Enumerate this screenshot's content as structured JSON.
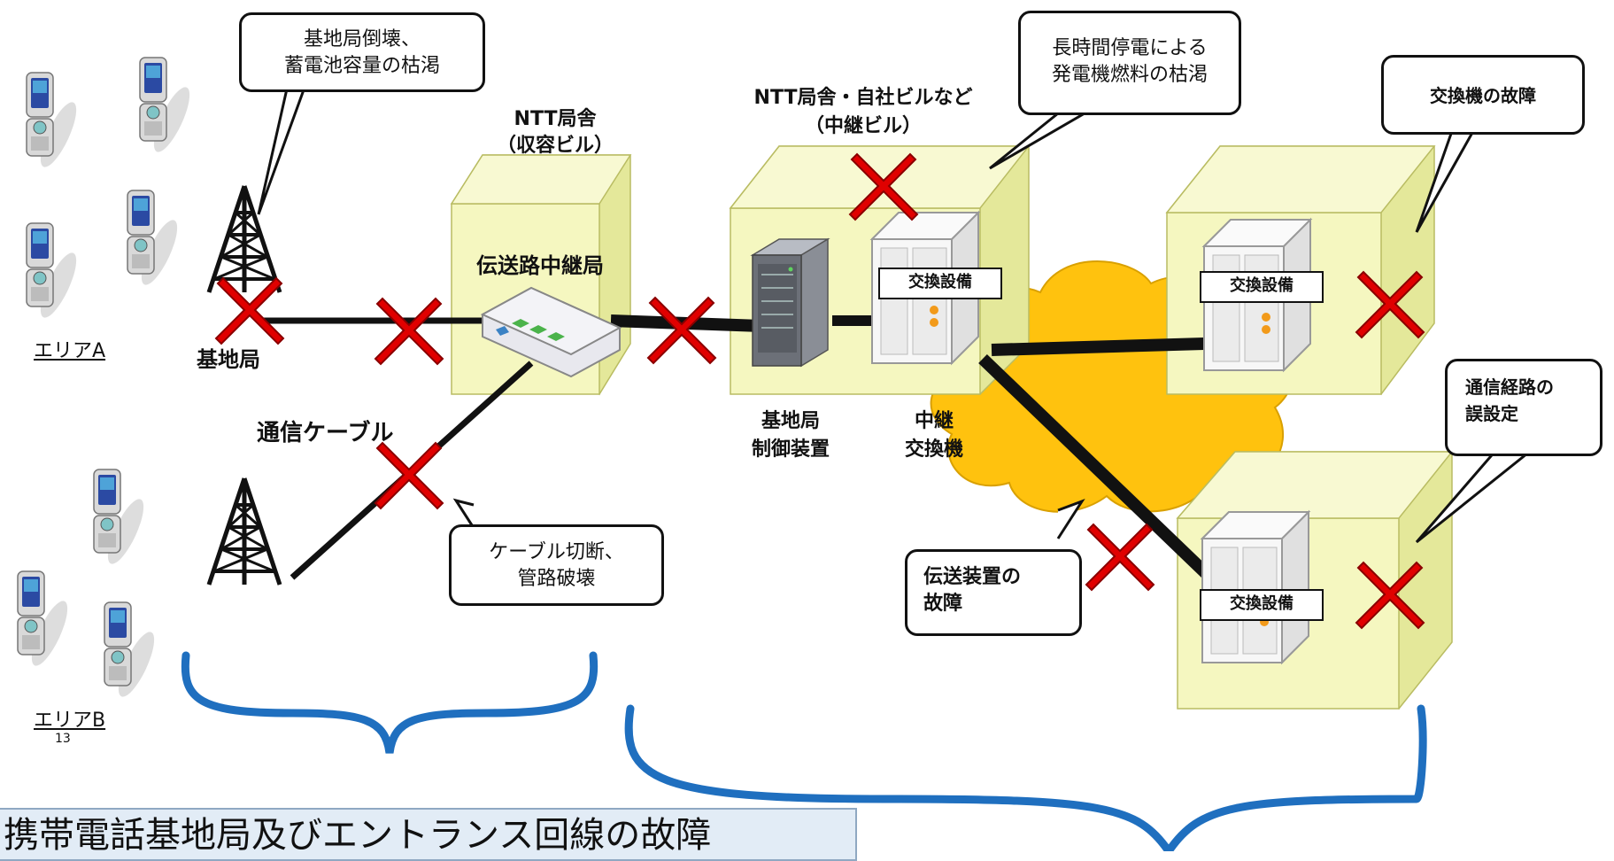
{
  "buildings": {
    "ntt_station": [
      "NTT局舎",
      "（収容ビル）"
    ],
    "relay_building": [
      "NTT局舎・自社ビルなど",
      "（中継ビル）"
    ]
  },
  "equipment": {
    "transmission_relay": "伝送路中継局",
    "base_station": "基地局",
    "base_station_controller": [
      "基地局",
      "制御装置"
    ],
    "relay_switch": [
      "中継",
      "交換機"
    ],
    "switch_tag": "交換設備",
    "cable": "通信ケーブル"
  },
  "areas": {
    "a": "エリアA",
    "b": "エリアB",
    "page_number": "13"
  },
  "callouts": {
    "tower_collapse": [
      "基地局倒壊、",
      "蓄電池容量の枯渇"
    ],
    "power_outage": [
      "長時間停電による",
      "発電機燃料の枯渇"
    ],
    "switch_failure": "交換機の故障",
    "routing_misconfig": [
      "通信経路の",
      "誤設定"
    ],
    "cable_cut": [
      "ケーブル切断、",
      "管路破壊"
    ],
    "transmission_failure": [
      "伝送装置の",
      "故障"
    ]
  },
  "bottom_label": "携帯電話基地局及びエントランス回線の故障",
  "colors": {
    "building_face": "#f5f7c0",
    "building_side": "#e4e89a",
    "cloud": "#ffc20e",
    "failure_x": "#e00000",
    "brace": "#1f6fbf",
    "bottom_box_bg": "#e2ecf6"
  }
}
